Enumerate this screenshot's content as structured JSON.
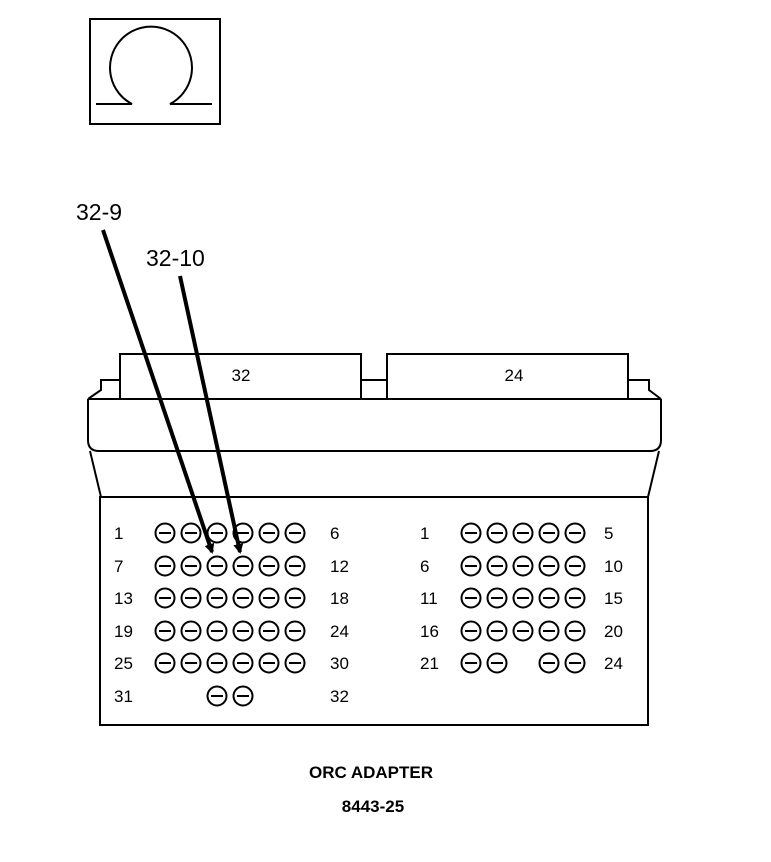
{
  "ohm_symbol": "Ω",
  "callouts": [
    "32-9",
    "32-10"
  ],
  "connectors": [
    {
      "tab_label": "32",
      "row_start_labels": [
        "1",
        "7",
        "13",
        "19",
        "25",
        "31"
      ],
      "row_end_labels": [
        "6",
        "12",
        "18",
        "24",
        "30",
        "32"
      ]
    },
    {
      "tab_label": "24",
      "row_start_labels": [
        "1",
        "6",
        "11",
        "16",
        "21"
      ],
      "row_end_labels": [
        "5",
        "10",
        "15",
        "20",
        "24"
      ]
    }
  ],
  "caption": {
    "title": "ORC ADAPTER",
    "part_number": "8443-25"
  }
}
